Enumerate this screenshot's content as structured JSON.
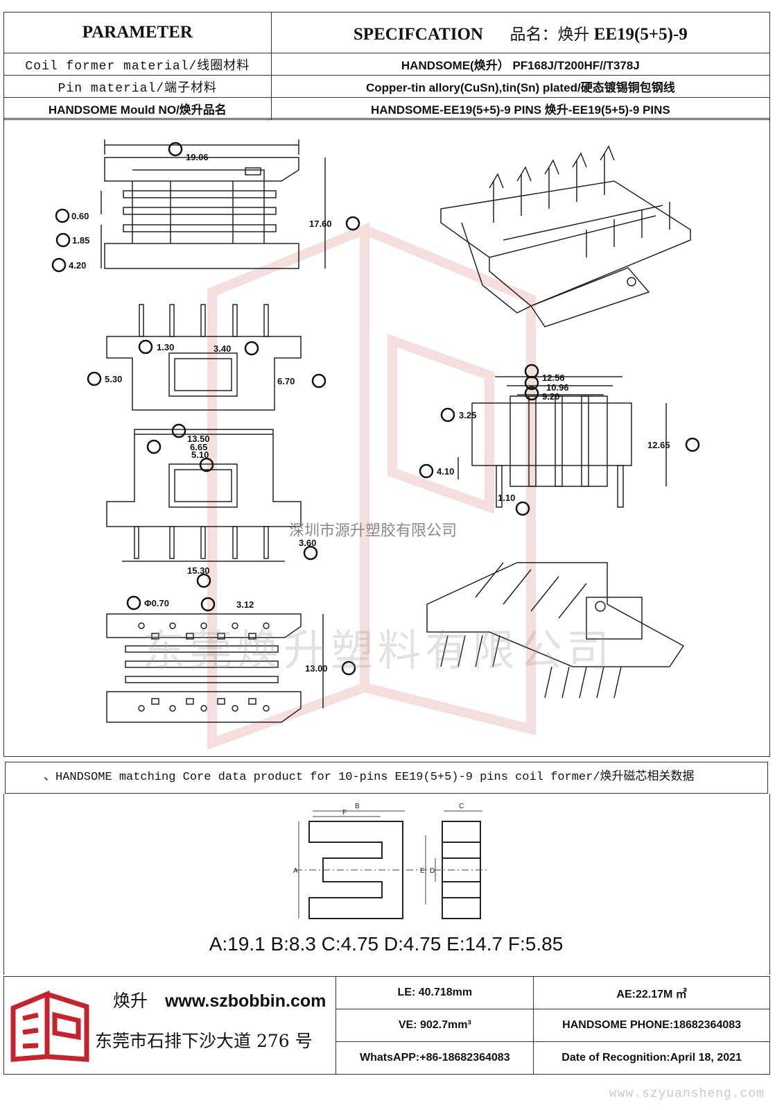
{
  "header": {
    "parameter": "PARAMETER",
    "specification": "SPECIFCATION",
    "product_name_label": "品名：焕升",
    "product_name": "EE19(5+5)-9"
  },
  "spec_rows": [
    {
      "label": "Coil former material/线圈材料",
      "value": "HANDSOME(焕升）  PF168J/T200HF//T378J"
    },
    {
      "label": "Pin material/端子材料",
      "value": "Copper-tin allory(CuSn),tin(Sn) plated/硬态镀锡铜包钢线"
    },
    {
      "label": "HANDSOME Mould NO/焕升品名",
      "value": "HANDSOME-EE19(5+5)-9 PINS    焕升-EE19(5+5)-9 PINS"
    }
  ],
  "dimensions": {
    "A": "19.06",
    "B": "0.60",
    "C": "1.85",
    "D": "4.20",
    "E": "17.60",
    "F": "1.30",
    "G": "3.40",
    "H": "5.30",
    "I": "6.70",
    "J": "13.50",
    "K": "6.65",
    "L": "5.10",
    "M": "3.60",
    "N": "15.30",
    "O": "12.56",
    "P": "10.96",
    "Q": "9.20",
    "R": "3.25",
    "S": "12.65",
    "T": "4.10",
    "U": "1.10",
    "V": "3.12",
    "W": "Φ0.70",
    "X": "13.00"
  },
  "watermarks": {
    "company_small": "深圳市源升塑胶有限公司",
    "company_large": "东莞焕升塑料有限公司"
  },
  "core": {
    "title": "、HANDSOME matching Core data  product for 10-pins EE19(5+5)-9 pins coil former/焕升磁芯相关数据",
    "letters": [
      "A",
      "B",
      "C",
      "D",
      "E",
      "F"
    ],
    "dims_text": "A:19.1 B:8.3 C:4.75 D:4.75 E:14.7 F:5.85"
  },
  "footer": {
    "brand_cn": "焕升",
    "website": "www.szbobbin.com",
    "address": "东莞市石排下沙大道 276 号",
    "le": "LE: 40.718mm",
    "ae": "AE:22.17M ㎡",
    "ve": "VE: 902.7mm³",
    "phone": "HANDSOME PHONE:18682364083",
    "whatsapp": "WhatsAPP:+86-18682364083",
    "date": "Date of Recognition:April 18, 2021",
    "site_watermark": "www.szyuansheng.com"
  },
  "colors": {
    "logo_red": "#c8232c",
    "line": "#333333"
  }
}
